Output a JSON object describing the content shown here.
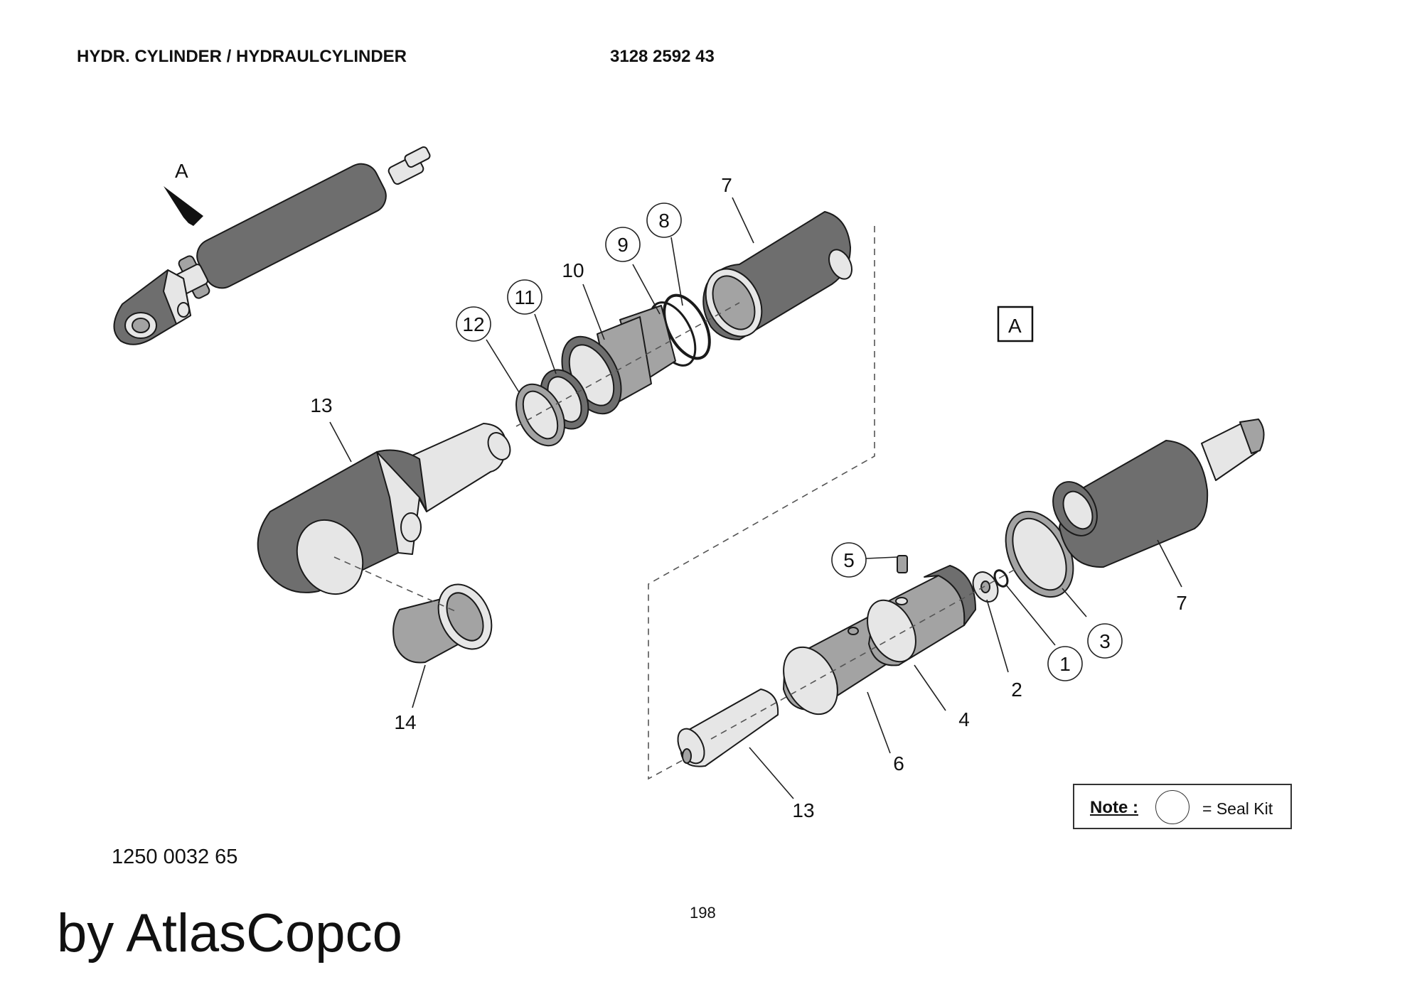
{
  "header": {
    "title": "HYDR. CYLINDER / HYDRAULCYLINDER",
    "part_number": "3128 2592 43"
  },
  "footer": {
    "drawing_number": "1250 0032 65",
    "page_number": "198",
    "brand": "by AtlasCopco"
  },
  "note": {
    "label": "Note :",
    "legend_text": "= Seal Kit"
  },
  "detail_marker": "A",
  "view_box_label": "A",
  "callouts": {
    "c1": "1",
    "c2": "2",
    "c3": "3",
    "c4": "4",
    "c5": "5",
    "c6": "6",
    "c7a": "7",
    "c7b": "7",
    "c8": "8",
    "c9": "9",
    "c10": "10",
    "c11": "11",
    "c12": "12",
    "c13a": "13",
    "c13b": "13",
    "c14": "14"
  },
  "colors": {
    "part_dark": "#6e6e6e",
    "part_mid": "#a3a3a3",
    "part_light": "#e6e6e6",
    "outline": "#1a1a1a"
  }
}
